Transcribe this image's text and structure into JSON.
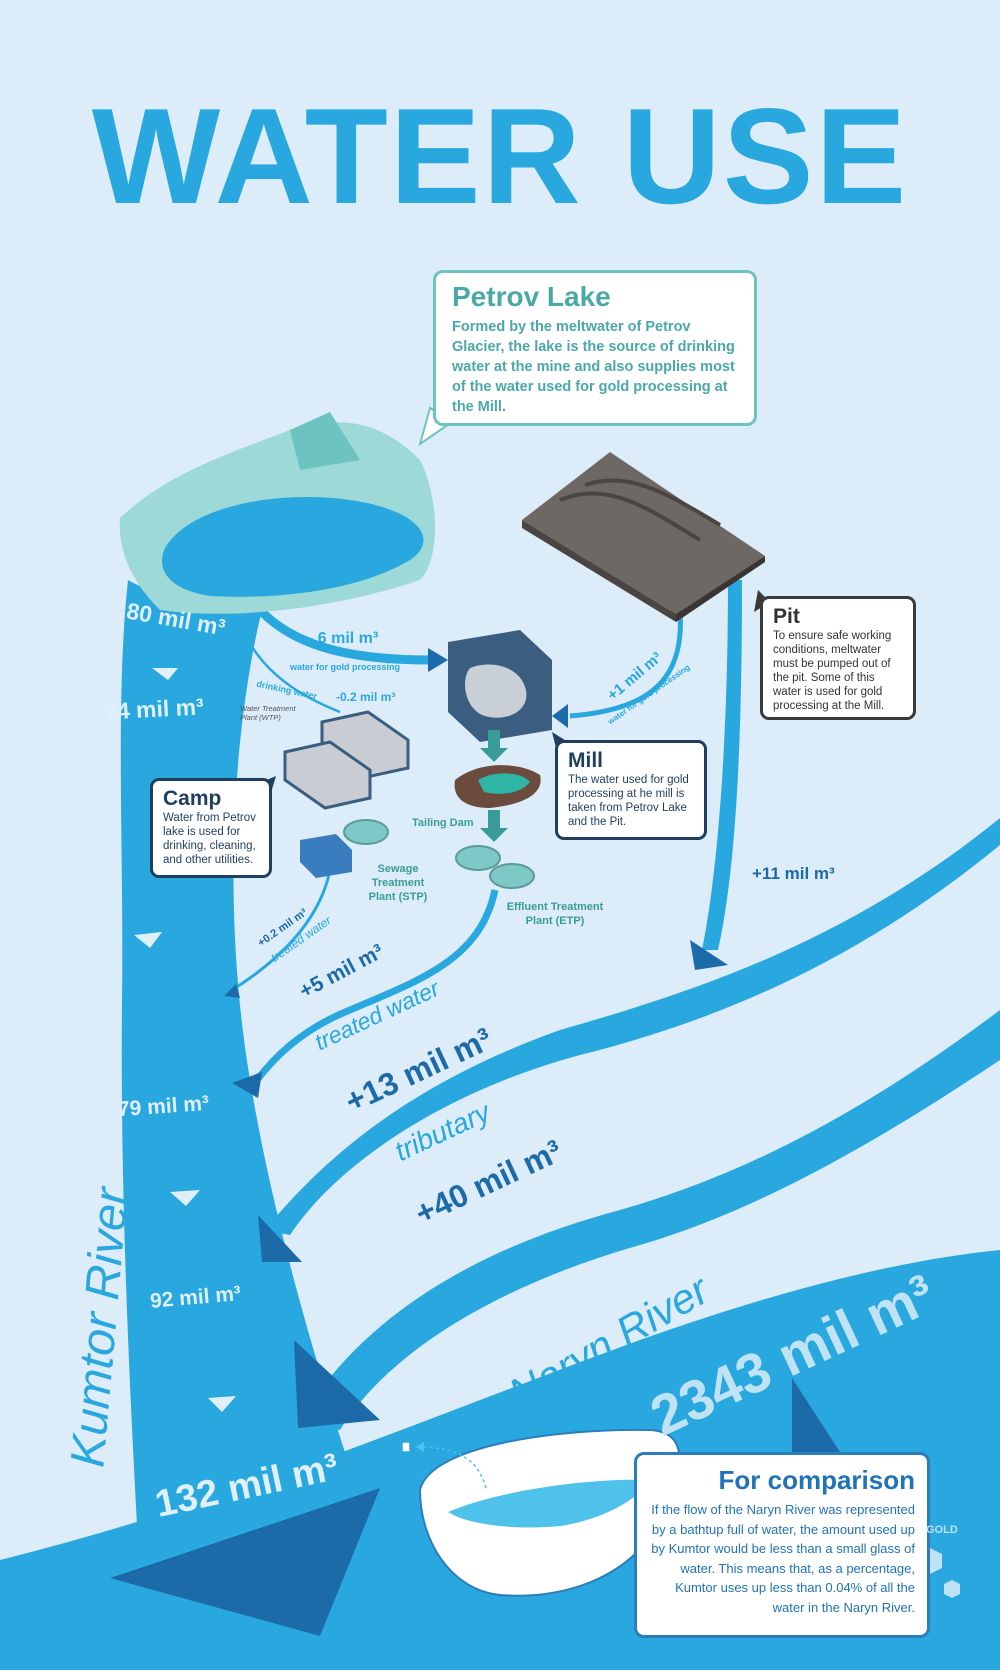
{
  "title": "WATER USE",
  "petrov_lake": {
    "heading": "Petrov Lake",
    "text": "Formed by the meltwater of Petrov Glacier, the lake is the source of drinking water at the mine and also supplies most of the water used for gold processing at the Mill."
  },
  "pit": {
    "heading": "Pit",
    "text": "To ensure safe working conditions, meltwater must be pumped out of the pit. Some of this water is used for gold processing at the Mill."
  },
  "mill": {
    "heading": "Mill",
    "text": "The water used for gold processing at he mill is taken from Petrov Lake and the Pit."
  },
  "camp": {
    "heading": "Camp",
    "text": "Water from Petrov lake is used for drinking, cleaning, and other utilities."
  },
  "facilities": {
    "wtp": "Water Treatment Plant (WTP)",
    "stp": "Sewage Treatment Plant (STP)",
    "etp": "Effluent Treatment Plant (ETP)",
    "tailing_dam": "Tailing Dam"
  },
  "flows": {
    "river_80": "80 mil m³",
    "river_74": "74 mil m³",
    "river_79": "79 mil m³",
    "river_92": "92 mil m³",
    "river_132": "132 mil m³",
    "gold_processing": "- 6 mil m³",
    "gold_processing_label": "water for gold processing",
    "drinking": "-0.2 mil m³",
    "drinking_label": "drinking water",
    "pit_to_mill": "+1 mil m³",
    "pit_to_mill_label": "water for gold processing",
    "pit_outflow": "+11 mil m³",
    "stp_return": "+0.2 mil m³",
    "stp_return_label": "treated water",
    "etp_return": "+5 mil m³",
    "etp_return_label": "treated water",
    "tributary_1": "+13 mil m³",
    "tributary_1_label": "tributary",
    "tributary_2": "+40 mil m³",
    "tributary_2_label": "tributary",
    "naryn_flow": "2343 mil m³"
  },
  "rivers": {
    "kumtor": "Kumtor River",
    "naryn": "Naryn River"
  },
  "comparison": {
    "heading": "For comparison",
    "text": "If the flow of the Naryn River was represented by a bathtup full of water, the amount used up by Kumtor would be less than a small glass of water. This means that, as a percentage, Kumtor uses up less than 0.04% of all the water in the Naryn River."
  },
  "watermark": "GOLD",
  "colors": {
    "background": "#dcecf8",
    "river": "#29a8e0",
    "river_dark": "#1d6aa8",
    "teal": "#4aa9a6"
  }
}
